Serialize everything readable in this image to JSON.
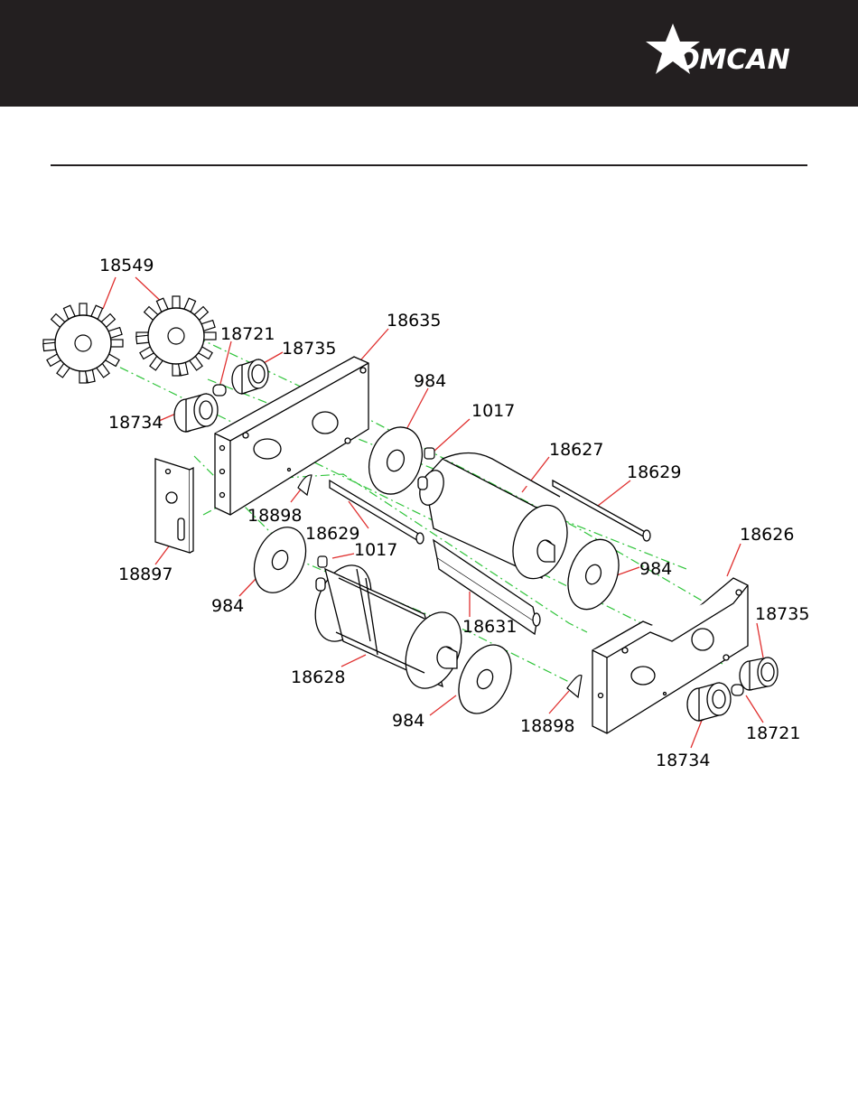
{
  "brand": {
    "name": "OMCAN",
    "colors": {
      "header_bg": "#231f20",
      "leader": "#e0302f",
      "centerline": "#2fc43a"
    }
  },
  "diagram": {
    "labels": {
      "gear_left": "18549",
      "bushing_small_top": "18721",
      "bushing_top": "18735",
      "collar_left": "18734",
      "plate_left": "18635",
      "washer_top": "984",
      "key_top": "1017",
      "roller_top": "18627",
      "rod_top": "18629",
      "rod_mid": "18629",
      "key_mid": "1017",
      "washer_left": "984",
      "clip_left": "18898",
      "bracket_left": "18897",
      "scraper": "18631",
      "roller_bottom": "18628",
      "washer_bottom": "984",
      "washer_right": "984",
      "plate_right": "18626",
      "bushing_right": "18735",
      "clip_right": "18898",
      "collar_right": "18734",
      "bushing_small_right": "18721"
    }
  }
}
